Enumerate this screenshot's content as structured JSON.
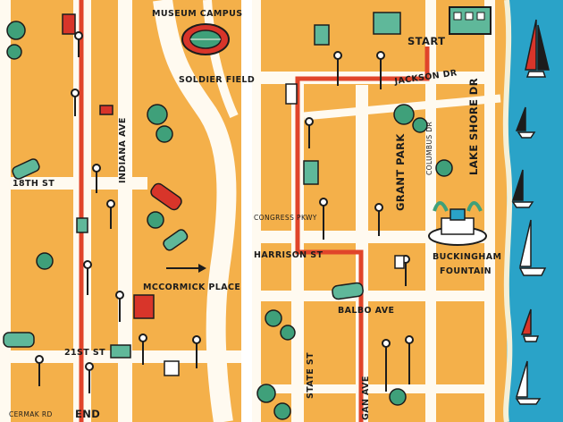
{
  "map": {
    "labels": {
      "museum_campus": "MUSEUM CAMPUS",
      "soldier_field": "SOLDIER FIELD",
      "indiana_ave": "INDIANA AVE",
      "st_18": "18TH ST",
      "mccormick_place": "MCCORMICK PLACE",
      "st_21": "21ST ST",
      "cermak_rd": "CERMAK RD",
      "end": "END",
      "start": "START",
      "jackson_dr": "JACKSON DR",
      "columbus_dr": "COLUMBUS DR",
      "lake_shore_dr": "LAKE SHORE DR",
      "grant_park": "GRANT PARK",
      "congress_pkwy": "CONGRESS PKWY",
      "harrison_st": "HARRISON ST",
      "buckingham_fountain_line1": "BUCKINGHAM",
      "buckingham_fountain_line2": "FOUNTAIN",
      "balbo_ave": "BALBO AVE",
      "state_st": "STATE ST",
      "michigan_ave": "GAN AVE"
    },
    "colors": {
      "land": "#f4b04a",
      "road": "#fffaf0",
      "route": "#e0442a",
      "water": "#2aa3c8",
      "ink": "#1c1c1c",
      "tree": "#3fa07a",
      "sail_red": "#d8352a",
      "building": "#5fb89a"
    },
    "icons": [
      "stadium-icon",
      "fountain-icon",
      "sailboat-icon",
      "car-icon",
      "tree-icon",
      "train-station-icon",
      "arrow-right-icon",
      "marcher-icon",
      "protest-sign-icon"
    ]
  }
}
